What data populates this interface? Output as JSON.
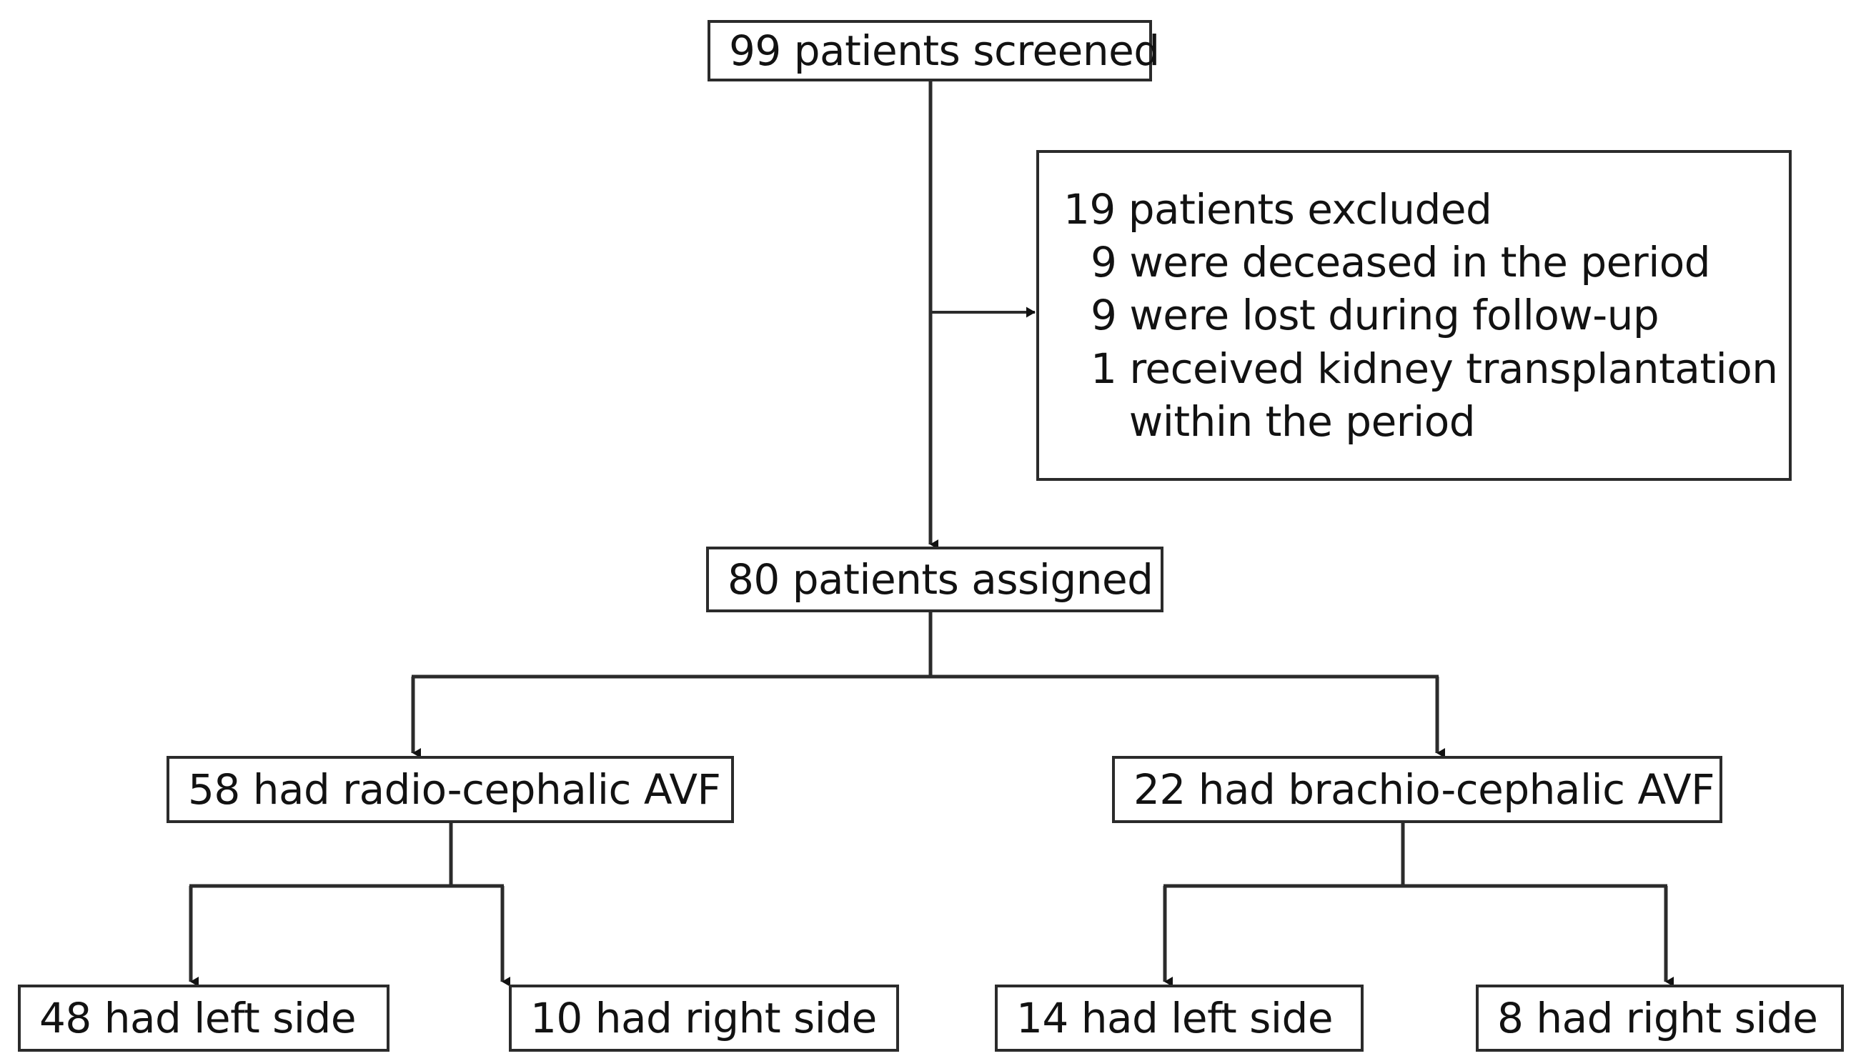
{
  "diagram": {
    "title": "Patient enrollment flow diagram",
    "type": "flowchart",
    "line_color": "#2b2b2b",
    "text_color": "#121212",
    "background": "#ffffff"
  },
  "nodes": {
    "screened": {
      "label": "99 patients screened",
      "count": 99
    },
    "excluded": {
      "heading": "19 patients excluded",
      "count": 19,
      "reasons": [
        "9 were deceased in the period",
        "9 were lost during follow-up",
        "1 received kidney transplantation",
        "   within the period"
      ]
    },
    "assigned": {
      "label": "80 patients assigned",
      "count": 80
    },
    "radio_cephalic": {
      "label": "58 had radio-cephalic AVF",
      "count": 58
    },
    "brachio_cephalic": {
      "label": "22 had brachio-cephalic AVF",
      "count": 22
    },
    "radio_left": {
      "label": "48 had left side",
      "count": 48
    },
    "radio_right": {
      "label": "10 had right side",
      "count": 10
    },
    "brachio_left": {
      "label": "14 had left side",
      "count": 14
    },
    "brachio_right": {
      "label": "8 had right side",
      "count": 8
    }
  },
  "edges": [
    {
      "name": "screened-to-assigned",
      "from": "screened",
      "to": "assigned",
      "style": "arrow-down"
    },
    {
      "name": "screened-to-excluded",
      "from": "screened",
      "to": "excluded",
      "style": "arrow-right"
    },
    {
      "name": "assigned-to-radio-cephalic",
      "from": "assigned",
      "to": "radio_cephalic",
      "style": "arrow-down"
    },
    {
      "name": "assigned-to-brachio-cephalic",
      "from": "assigned",
      "to": "brachio_cephalic",
      "style": "arrow-down"
    },
    {
      "name": "radio-cephalic-to-left",
      "from": "radio_cephalic",
      "to": "radio_left",
      "style": "arrow-down"
    },
    {
      "name": "radio-cephalic-to-right",
      "from": "radio_cephalic",
      "to": "radio_right",
      "style": "arrow-down"
    },
    {
      "name": "brachio-cephalic-to-left",
      "from": "brachio_cephalic",
      "to": "brachio_left",
      "style": "arrow-down"
    },
    {
      "name": "brachio-cephalic-to-right",
      "from": "brachio_cephalic",
      "to": "brachio_right",
      "style": "arrow-down"
    }
  ]
}
